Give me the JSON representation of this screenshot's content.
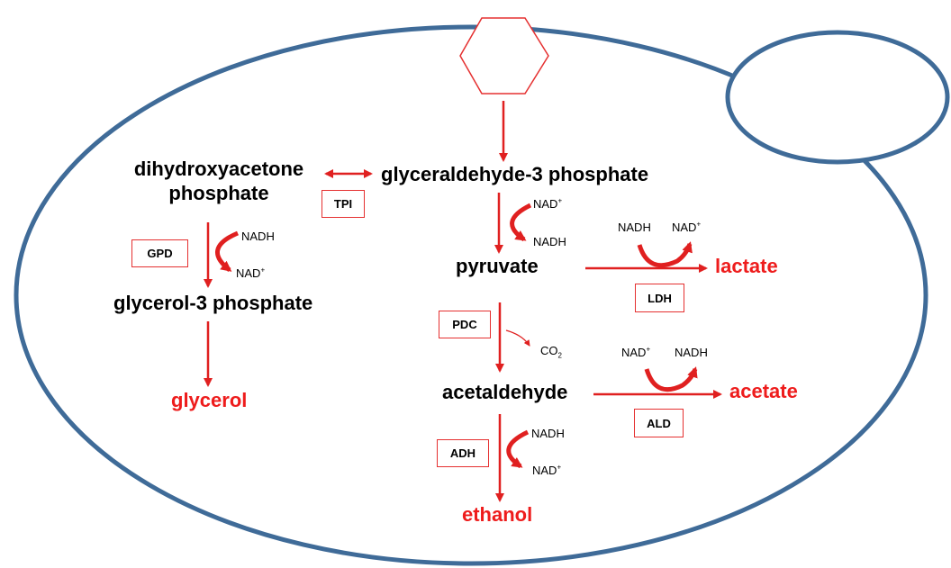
{
  "colors": {
    "membrane": "#3f6b98",
    "arrow": "#e02020",
    "product": "#ee1c1c",
    "enzyme_border": "#e53030",
    "text": "#000000"
  },
  "icons": {
    "glucose": "hexagon-icon",
    "bud": "ellipse-icon"
  },
  "metabolites": {
    "dhap_line1": "dihydroxyacetone",
    "dhap_line2": "phosphate",
    "g3p": "glyceraldehyde-3 phosphate",
    "pyruvate": "pyruvate",
    "glycerol3p": "glycerol-3 phosphate",
    "acetaldehyde": "acetaldehyde"
  },
  "products": {
    "glycerol": "glycerol",
    "lactate": "lactate",
    "acetate": "acetate",
    "ethanol": "ethanol"
  },
  "enzymes": {
    "tpi": "TPI",
    "gpd": "GPD",
    "ldh": "LDH",
    "pdc": "PDC",
    "ald": "ALD",
    "adh": "ADH"
  },
  "cofactors": {
    "nadh": "NADH",
    "nad": "NAD",
    "plus": "+",
    "co": "CO",
    "two": "2"
  }
}
